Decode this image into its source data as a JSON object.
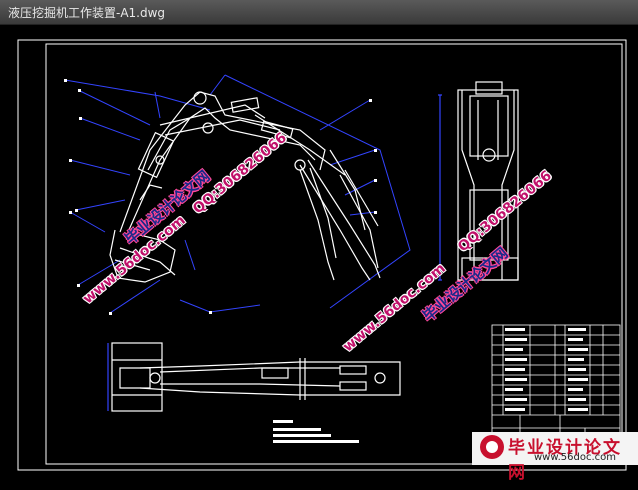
{
  "window": {
    "title": "液压挖掘机工作装置-A1.dwg"
  },
  "watermarks": {
    "site_cn": "毕业设计论文网",
    "site_url": "www.56doc.com",
    "qq": "QQ:306826066"
  },
  "logo": {
    "name": "毕业设计论文网",
    "url": "www.56doc.com"
  },
  "colors": {
    "background": "#000000",
    "lines": "#ffffff",
    "dimensions": "#3344ff",
    "watermark_red": "#c0106a"
  }
}
